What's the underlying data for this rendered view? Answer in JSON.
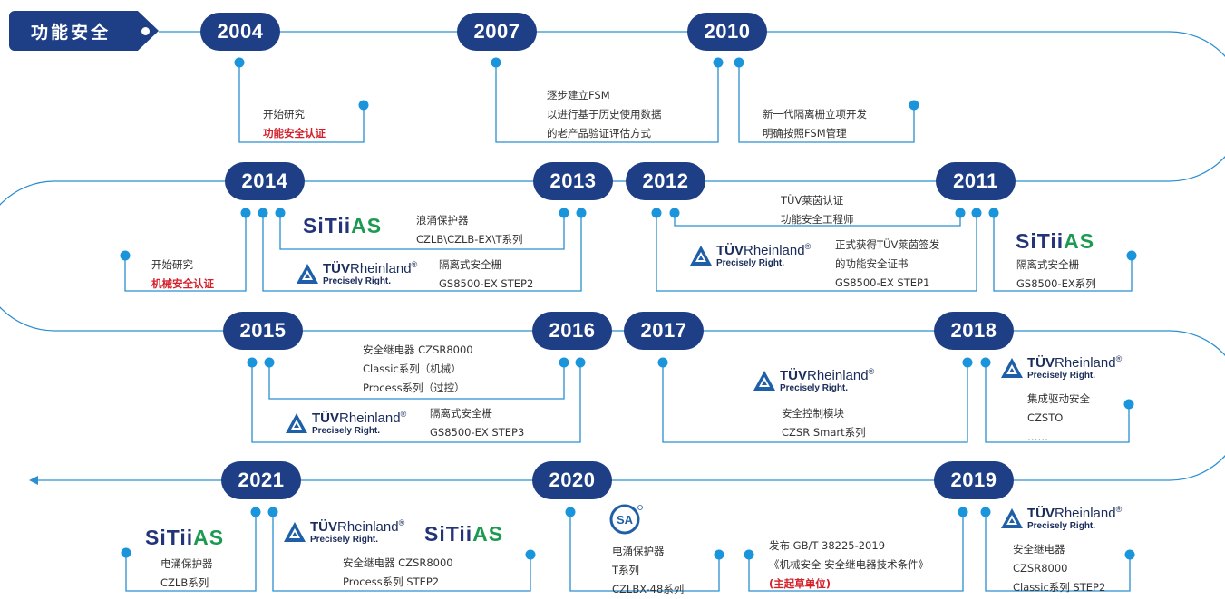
{
  "header": {
    "title": "功能安全"
  },
  "years": {
    "y2004": "2004",
    "y2007": "2007",
    "y2010": "2010",
    "y2014": "2014",
    "y2013": "2013",
    "y2012": "2012",
    "y2011": "2011",
    "y2015": "2015",
    "y2016": "2016",
    "y2017": "2017",
    "y2018": "2018",
    "y2021": "2021",
    "y2020": "2020",
    "y2019": "2019"
  },
  "brands": {
    "tuv_name_bold": "TÜV",
    "tuv_name_rest": "Rheinland",
    "tuv_reg": "®",
    "tuv_tagline": "Precisely Right.",
    "sitiias_main": "SiTii",
    "sitiias_accent": "AS",
    "csa_label": "SA"
  },
  "events": {
    "e2004": {
      "line1": "开始研究",
      "line2": "功能安全认证"
    },
    "e2007": {
      "line1": "逐步建立FSM",
      "line2": "以进行基于历史使用数据",
      "line3": "的老产品验证评估方式"
    },
    "e2010": {
      "line1": "新一代隔离栅立项开发",
      "line2": "明确按照FSM管理"
    },
    "e2014": {
      "line1": "开始研究",
      "line2": "机械安全认证"
    },
    "e2013a": {
      "line1": "浪涌保护器",
      "line2": "CZLB\\CZLB-EX\\T系列"
    },
    "e2013b": {
      "line1": "隔离式安全栅",
      "line2": "GS8500-EX STEP2"
    },
    "e2012a": {
      "line1": "TÜV莱茵认证",
      "line2": "功能安全工程师"
    },
    "e2012b": {
      "line1": "正式获得TÜV莱茵签发",
      "line2": "的功能安全证书",
      "line3": "GS8500-EX STEP1"
    },
    "e2011": {
      "line1": "隔离式安全栅",
      "line2": "GS8500-EX系列"
    },
    "e2016a": {
      "line1": "安全继电器 CZSR8000",
      "line2": "Classic系列（机械）",
      "line3": "Process系列（过控）"
    },
    "e2016b": {
      "line1": "隔离式安全栅",
      "line2": "GS8500-EX STEP3"
    },
    "e2017": {
      "line1": "安全控制模块",
      "line2": "CZSR Smart系列"
    },
    "e2018": {
      "line1": "集成驱动安全",
      "line2": "CZSTO",
      "line3": "……"
    },
    "e2021a": {
      "line1": "电涌保护器",
      "line2": "CZLB系列"
    },
    "e2021b": {
      "line1": "安全继电器 CZSR8000",
      "line2": "Process系列 STEP2"
    },
    "e2020a": {
      "line1": "电涌保护器",
      "line2": "T系列",
      "line3": "CZLBX-48系列"
    },
    "e2020b": {
      "line1": "发布 GB/T 38225-2019",
      "line2": "《机械安全 安全继电器技术条件》",
      "line3": "(主起草单位)"
    },
    "e2019": {
      "line1": "安全继电器",
      "line2": "CZSR8000",
      "line3": "Classic系列 STEP2"
    }
  },
  "colors": {
    "navy": "#1e3f86",
    "line_blue": "#2a8fd0",
    "dot_blue": "#1a95dc",
    "red": "#d3202a",
    "green": "#1c9a52"
  }
}
